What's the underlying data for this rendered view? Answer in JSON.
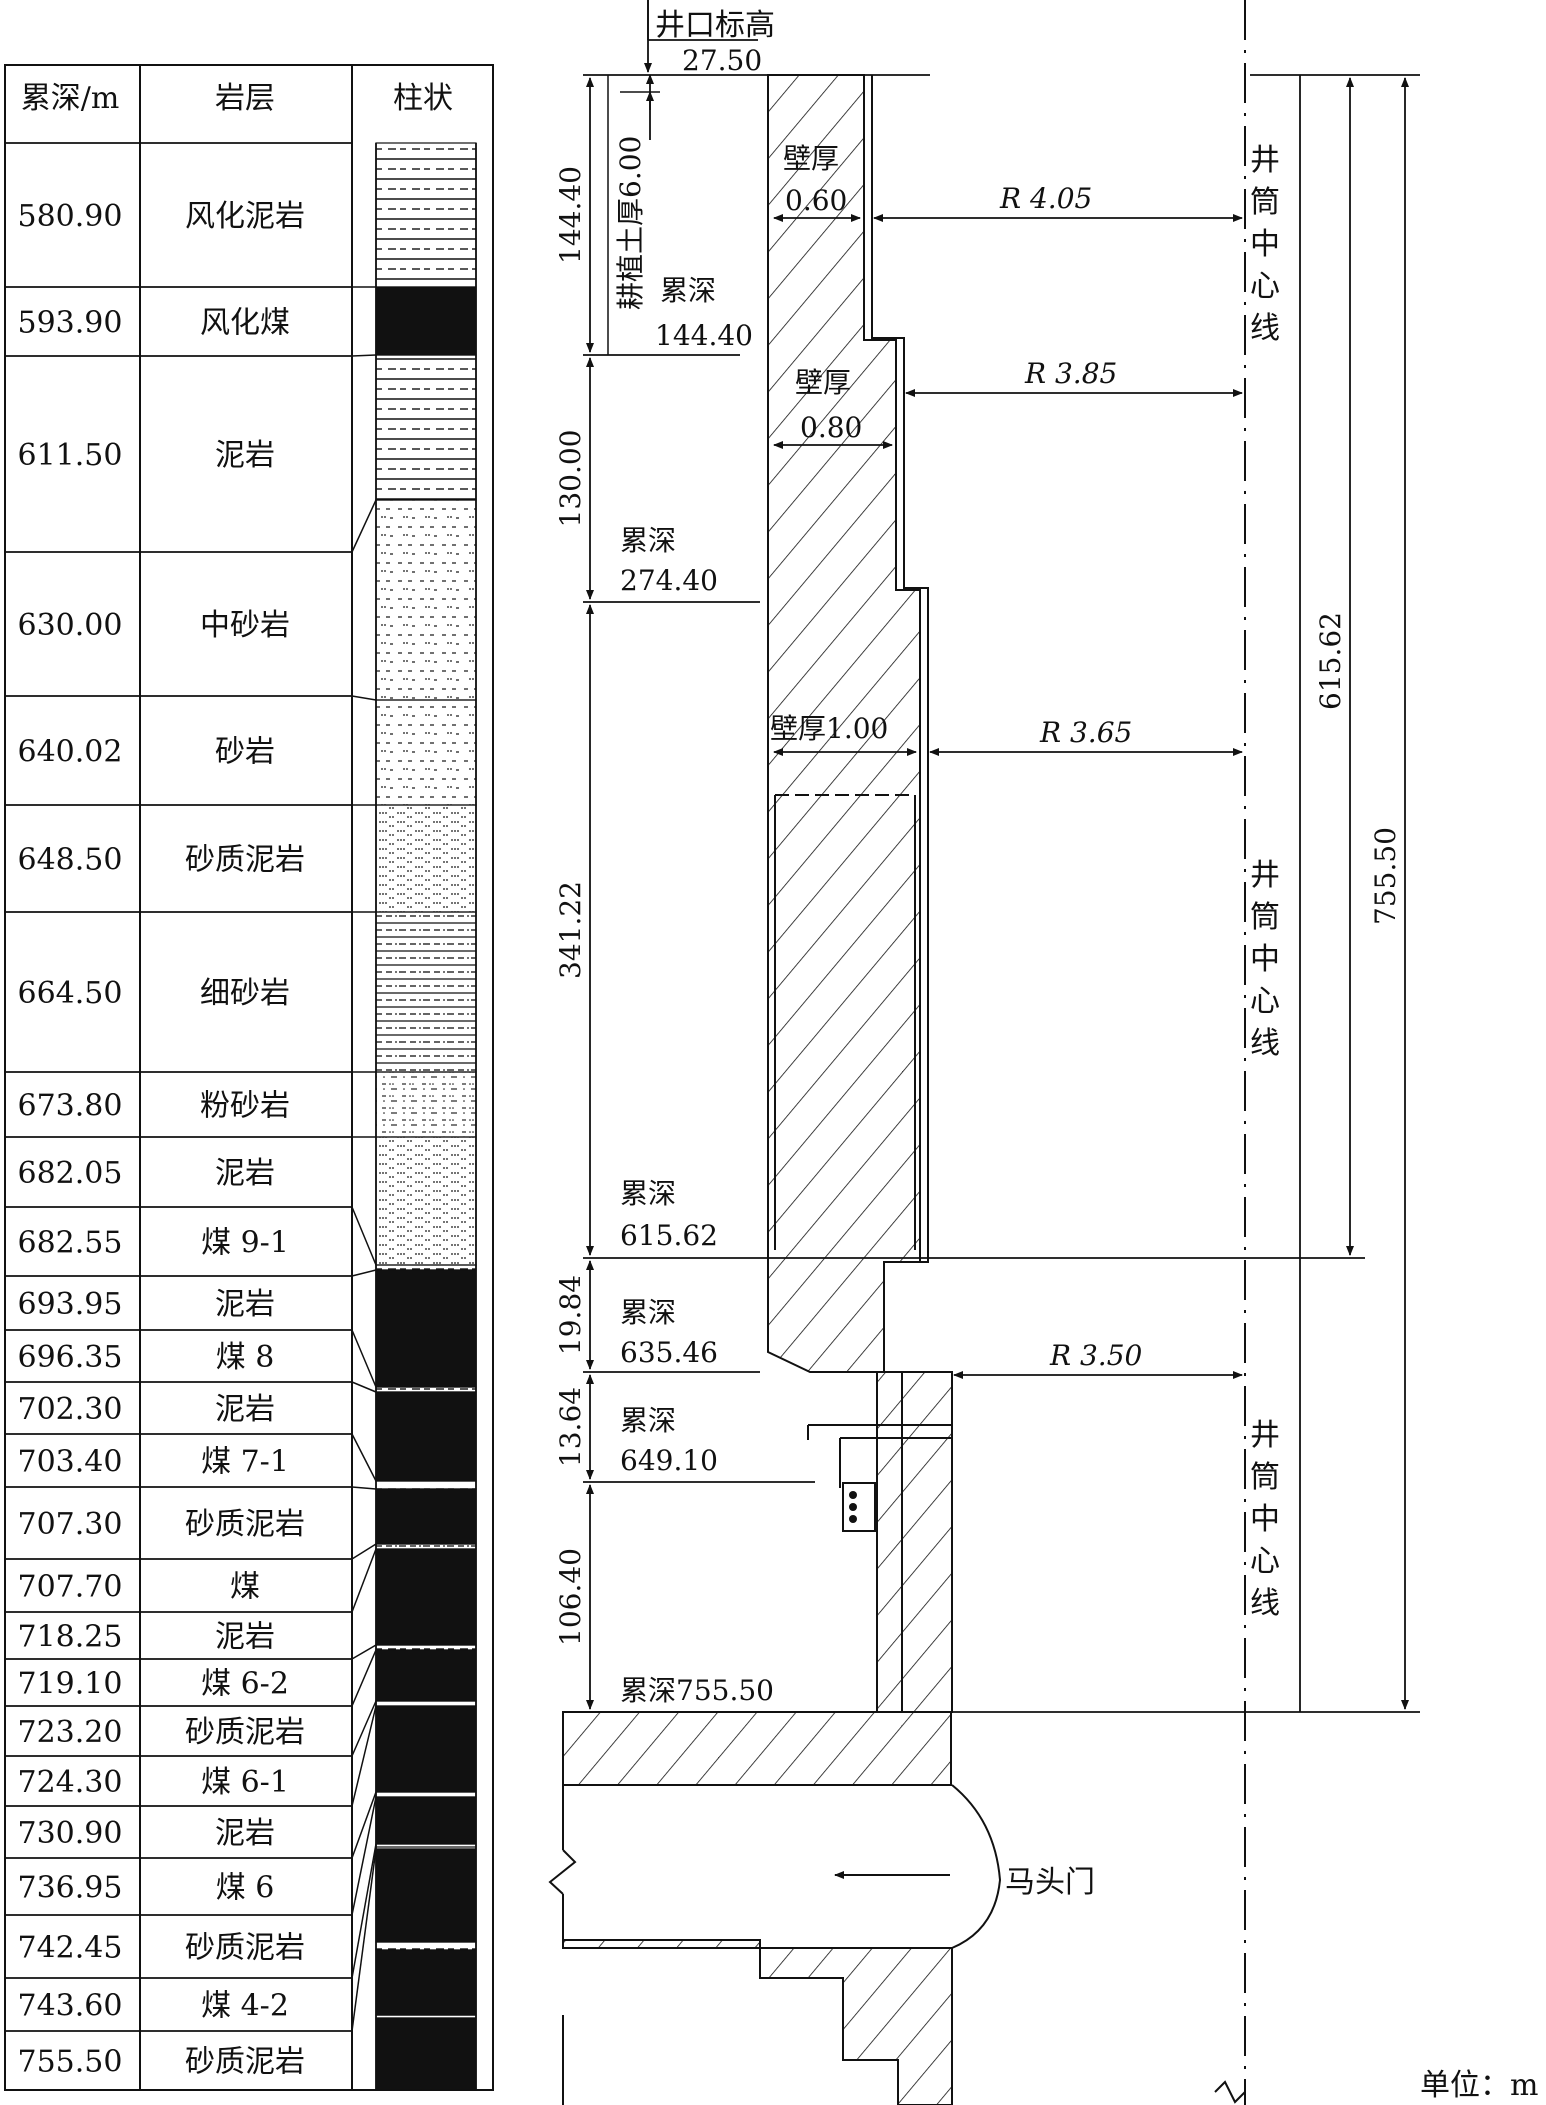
{
  "log": {
    "headers": {
      "depth": "累深/m",
      "layer": "岩层",
      "column": "柱状"
    },
    "rows": [
      {
        "depth": "580.90",
        "layer": "风化泥岩",
        "pattern": "mudstone"
      },
      {
        "depth": "593.90",
        "layer": "风化煤",
        "pattern": "coal"
      },
      {
        "depth": "611.50",
        "layer": "泥岩",
        "pattern": "mudstone"
      },
      {
        "depth": "630.00",
        "layer": "中砂岩",
        "pattern": "medsand"
      },
      {
        "depth": "640.02",
        "layer": "砂岩",
        "pattern": "sandstone"
      },
      {
        "depth": "648.50",
        "layer": "砂质泥岩",
        "pattern": "sandymud"
      },
      {
        "depth": "664.50",
        "layer": "细砂岩",
        "pattern": "finesand"
      },
      {
        "depth": "673.80",
        "layer": "粉砂岩",
        "pattern": "sandstone"
      },
      {
        "depth": "682.05",
        "layer": "泥岩",
        "pattern": "mudstone"
      },
      {
        "depth": "682.55",
        "layer": "煤 9-1",
        "pattern": "coal"
      },
      {
        "depth": "693.95",
        "layer": "泥岩",
        "pattern": "mudstone"
      },
      {
        "depth": "696.35",
        "layer": "煤 8",
        "pattern": "coal"
      },
      {
        "depth": "702.30",
        "layer": "泥岩",
        "pattern": "mudstone"
      },
      {
        "depth": "703.40",
        "layer": "煤 7-1",
        "pattern": "coal"
      },
      {
        "depth": "707.30",
        "layer": "砂质泥岩",
        "pattern": "sandymud"
      },
      {
        "depth": "707.70",
        "layer": "煤",
        "pattern": "coal"
      },
      {
        "depth": "718.25",
        "layer": "泥岩",
        "pattern": "mudstone"
      },
      {
        "depth": "719.10",
        "layer": "煤 6-2",
        "pattern": "coal"
      },
      {
        "depth": "723.20",
        "layer": "砂质泥岩",
        "pattern": "sandymud"
      },
      {
        "depth": "724.30",
        "layer": "煤 6-1",
        "pattern": "coal"
      },
      {
        "depth": "730.90",
        "layer": "泥岩",
        "pattern": "mudstone"
      },
      {
        "depth": "736.95",
        "layer": "煤 6",
        "pattern": "coal"
      },
      {
        "depth": "742.45",
        "layer": "砂质泥岩",
        "pattern": "sandymud"
      },
      {
        "depth": "743.60",
        "layer": "煤 4-2",
        "pattern": "coal"
      },
      {
        "depth": "755.50",
        "layer": "砂质泥岩",
        "pattern": "sandymud"
      }
    ]
  },
  "shaft": {
    "collar_label": "井口标高",
    "collar_elev": "27.50",
    "topsoil_label": "耕植土厚6.00",
    "segments": [
      {
        "length": "144.40",
        "depth_label": "累深",
        "depth": "144.40",
        "wall_label": "壁厚",
        "wall": "0.60",
        "radius": "R 4.05"
      },
      {
        "length": "130.00",
        "depth_label": "累深",
        "depth": "274.40",
        "wall_label": "壁厚",
        "wall": "0.80",
        "radius": "R 3.85"
      },
      {
        "length": "341.22",
        "depth_label": "累深",
        "depth": "615.62",
        "wall_label": "壁厚1.00",
        "radius": "R 3.65"
      },
      {
        "length": "19.84",
        "depth_label": "累深",
        "depth": "635.46",
        "radius": "R 3.50"
      },
      {
        "length": "13.64",
        "depth_label": "累深",
        "depth": "649.10"
      },
      {
        "length": "106.40",
        "depth_label": "累深755.50"
      }
    ],
    "total_1": "615.62",
    "total_2": "755.50",
    "centerline_label": [
      "井",
      "筒",
      "中",
      "心",
      "线"
    ],
    "horsehead_label": "马头门",
    "unit_label": "单位：m"
  }
}
